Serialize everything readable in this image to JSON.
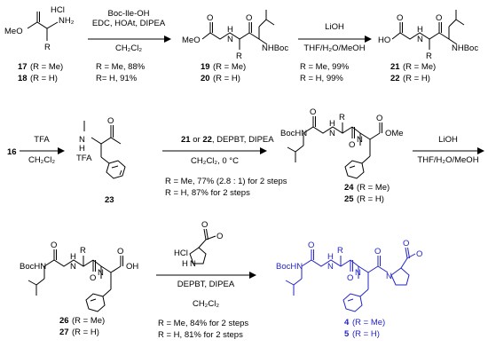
{
  "row1": {
    "start": {
      "atoms": {
        "meo": "MeO",
        "hcl": "HCl",
        "nh2": "NH₂",
        "r": "R"
      },
      "cmpd_a": "17",
      "cmpd_a_label": "(R = Me)",
      "cmpd_b": "18",
      "cmpd_b_label": "(R = H)"
    },
    "step1": {
      "reagent1": "Boc-Ile-OH",
      "reagent2": "EDC, HOAt, DIPEA",
      "solvent": "CH₂Cl₂",
      "yield1": "R = Me, 88%",
      "yield2": "R= H, 91%"
    },
    "product1": {
      "atoms": {
        "meo": "MeO",
        "o1": "O",
        "o2": "O",
        "h": "H",
        "n": "N",
        "r": "R",
        "nhboc": "NHBoc"
      },
      "cmpd_a": "19",
      "cmpd_a_label": "(R = Me)",
      "cmpd_b": "20",
      "cmpd_b_label": "(R = H)"
    },
    "step2": {
      "reagent1": "LiOH",
      "solvent": "THF/H₂O/MeOH",
      "yield1": "R = Me, 99%",
      "yield2": "R = H, 99%"
    },
    "product2": {
      "atoms": {
        "ho": "HO",
        "o1": "O",
        "o2": "O",
        "h": "H",
        "n": "N",
        "r": "R",
        "nhboc": "NHBoc"
      },
      "cmpd_a": "21",
      "cmpd_a_label": "(R = Me)",
      "cmpd_b": "22",
      "cmpd_b_label": "(R = H)"
    }
  },
  "row2": {
    "start": {
      "cmpd": "16"
    },
    "step1": {
      "reagent1": "TFA",
      "solvent": "CH₂Cl₂"
    },
    "amine": {
      "atoms": {
        "n": "N",
        "h": "H",
        "tfa": "TFA",
        "o": "O"
      },
      "cmpd": "23"
    },
    "step2": {
      "reagent_a": "21",
      "reagent_or": "or",
      "reagent_b": "22",
      "reagent_rest": ", DEPBT, DIPEA",
      "conditions": "CH₂Cl₂, 0 °C",
      "yield1": "R = Me, 77% (2.8 : 1) for 2 steps",
      "yield2": "R = H, 87% for 2 steps"
    },
    "product": {
      "atoms": {
        "bochn": "BocHN",
        "o1": "O",
        "o2": "O",
        "o3": "O",
        "h": "H",
        "n1": "N",
        "n2": "N",
        "r": "R",
        "ome": "OMe"
      },
      "cmpd_a": "24",
      "cmpd_a_label": "(R = Me)",
      "cmpd_b": "25",
      "cmpd_b_label": "(R = H)"
    },
    "step3": {
      "reagent1": "LiOH",
      "solvent": "THF/H₂O/MeOH"
    }
  },
  "row3": {
    "acid": {
      "atoms": {
        "bochn": "BocHN",
        "o1": "O",
        "o2": "O",
        "o3": "O",
        "h": "H",
        "n1": "N",
        "n2": "N",
        "r": "R",
        "oh": "OH"
      },
      "cmpd_a": "26",
      "cmpd_a_label": "(R = Me)",
      "cmpd_b": "27",
      "cmpd_b_label": "(R = H)"
    },
    "step1": {
      "pro_atoms": {
        "hcl": "HCl",
        "h": "H",
        "n": "N",
        "o1": "O",
        "o2": "O"
      },
      "reagent1": "DEPBT, DIPEA",
      "solvent": "CH₂Cl₂",
      "yield1": "R = Me, 84% for 2 steps",
      "yield2": "R = H, 81% for 2 steps"
    },
    "final": {
      "atoms": {
        "bochn": "BocHN",
        "o1": "O",
        "o2": "O",
        "o3": "O",
        "o4": "O",
        "o5": "O",
        "h": "H",
        "n1": "N",
        "n2": "N",
        "n3": "N",
        "r": "R"
      },
      "cmpd_a": "4",
      "cmpd_a_label": "(R = Me)",
      "cmpd_b": "5",
      "cmpd_b_label": "(R = H)"
    }
  },
  "colors": {
    "text": "#000000",
    "highlight": "#2323c8"
  }
}
